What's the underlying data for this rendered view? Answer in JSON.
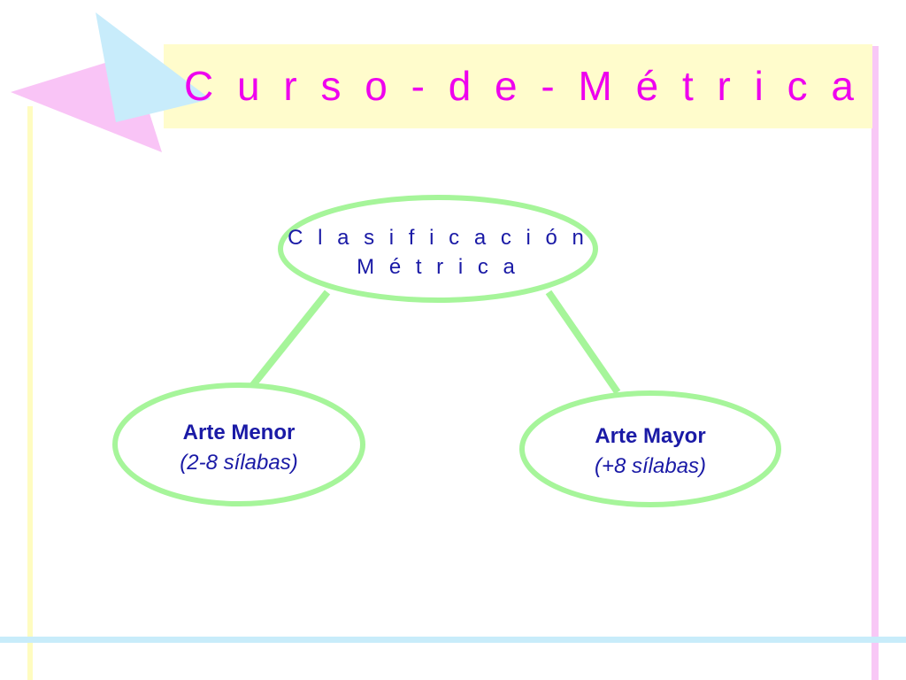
{
  "slide": {
    "title": "C u r s o - d e - M é t r i c a"
  },
  "diagram": {
    "root": {
      "line1": "C l a s i f i c a c i ó n",
      "line2": "M é t r i c a"
    },
    "left": {
      "name": "Arte Menor",
      "detail": "(2-8 sílabas)"
    },
    "right": {
      "name": "Arte Mayor",
      "detail": "(+8 sílabas)"
    }
  },
  "colors": {
    "title_text": "#ee00ee",
    "title_band": "#fffccc",
    "node_text": "#1a1aa6",
    "node_outline": "#a6f59a",
    "connector": "#a6f59a",
    "stripe_yellow": "#fffcc0",
    "stripe_pink": "#f8c8f6",
    "stripe_blue": "#c8ecfa",
    "triangle_pink": "#f9c4f6",
    "triangle_blue": "#c8ecfb"
  }
}
